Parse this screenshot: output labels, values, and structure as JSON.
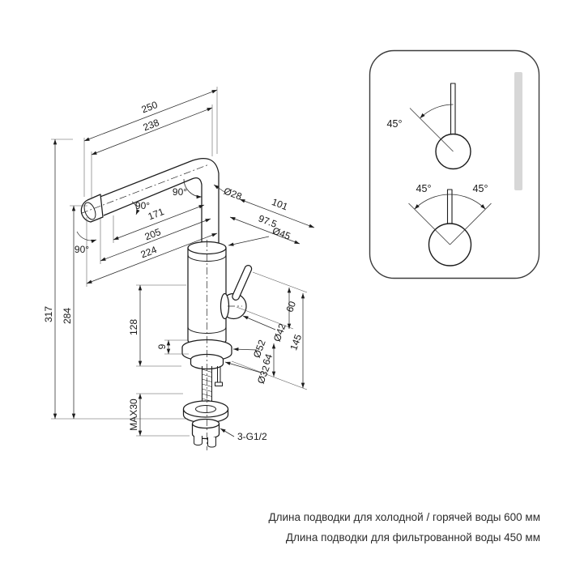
{
  "drawing": {
    "dims": {
      "reach": "250",
      "reach2": "238",
      "height_total": "317",
      "height_spout": "284",
      "h128": "128",
      "max_thickness": "MAX30",
      "h9": "9",
      "l171": "171",
      "l205": "205",
      "l224": "224",
      "angle_bend": "90°",
      "angle_mid": "90°",
      "angle_spout": "90°",
      "dia28": "Ø28",
      "dia45": "Ø45",
      "dia42": "Ø42",
      "dia52": "Ø52",
      "dia32": "Ø32",
      "w101": "101",
      "w97_5": "97.5",
      "h60": "60",
      "h145": "145",
      "h64": "64",
      "thread": "3-G1/2"
    },
    "inset": {
      "front": "45°",
      "left": "45°",
      "right": "45°"
    },
    "notes": {
      "line1": "Длина подводки для холодной / горячей воды 600 мм",
      "line2": "Длина подводки для фильтрованной воды 450 мм"
    }
  }
}
